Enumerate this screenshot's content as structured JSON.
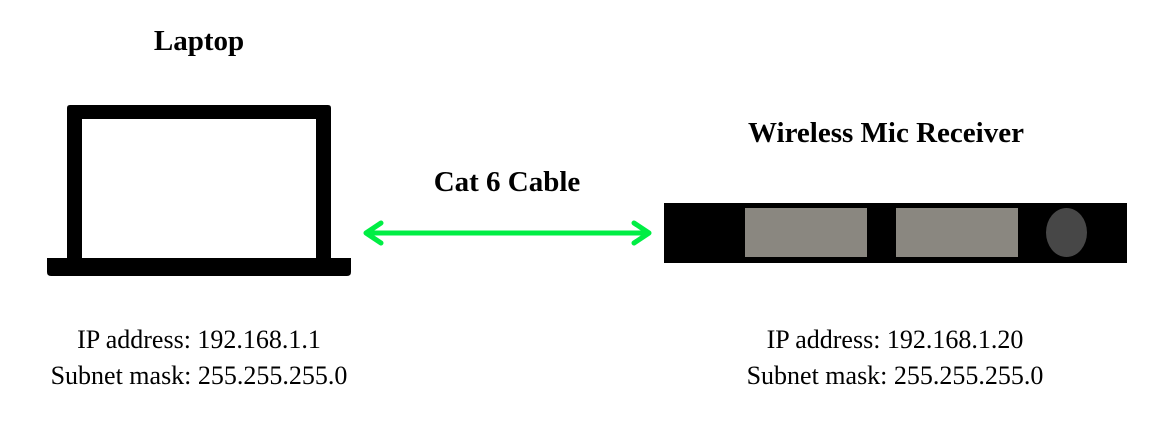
{
  "diagram": {
    "laptop": {
      "label": "Laptop",
      "ip_line": "IP address: 192.168.1.1",
      "subnet_line": "Subnet mask: 255.255.255.0",
      "icon": "laptop-icon"
    },
    "connection": {
      "label": "Cat 6 Cable",
      "type": "bidirectional-arrow",
      "color": "#00ee44"
    },
    "receiver": {
      "label": "Wireless Mic Receiver",
      "ip_line": "IP address: 192.168.1.20",
      "subnet_line": "Subnet mask: 255.255.255.0",
      "icon": "rack-receiver-icon",
      "colors": {
        "body": "#000000",
        "display": "#8a8780",
        "knob": "#474747"
      }
    }
  }
}
